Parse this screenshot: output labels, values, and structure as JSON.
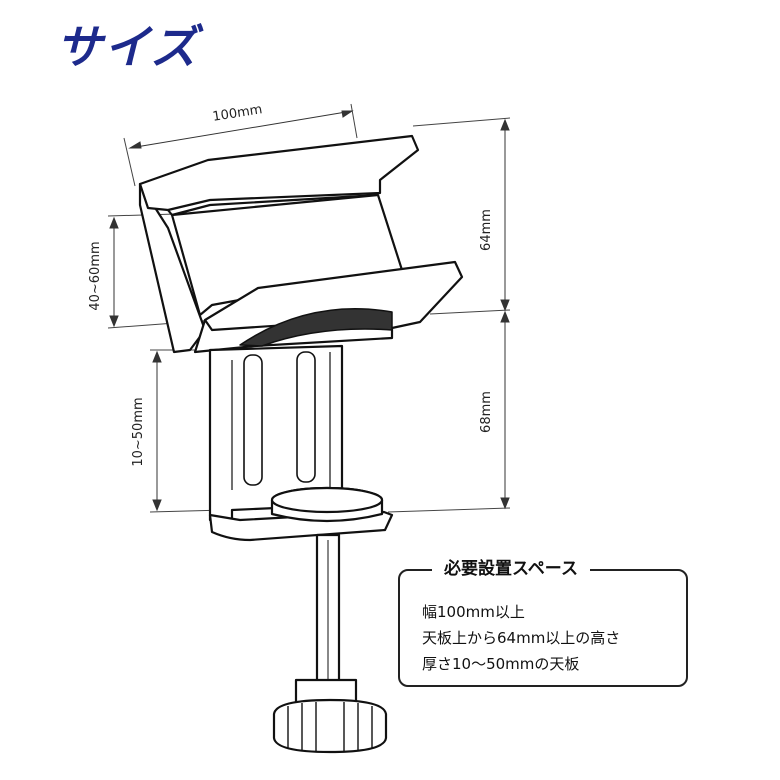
{
  "title": "サイズ",
  "dimensions": {
    "width": "100mm",
    "upper_height": "64mm",
    "lower_height": "68mm",
    "upper_gap": "40~60mm",
    "lower_gap": "10~50mm"
  },
  "info_box": {
    "title": "必要設置スペース",
    "lines": [
      "幅100mm以上",
      "天板上から64mm以上の高さ",
      "厚さ10～50mmの天板"
    ]
  }
}
